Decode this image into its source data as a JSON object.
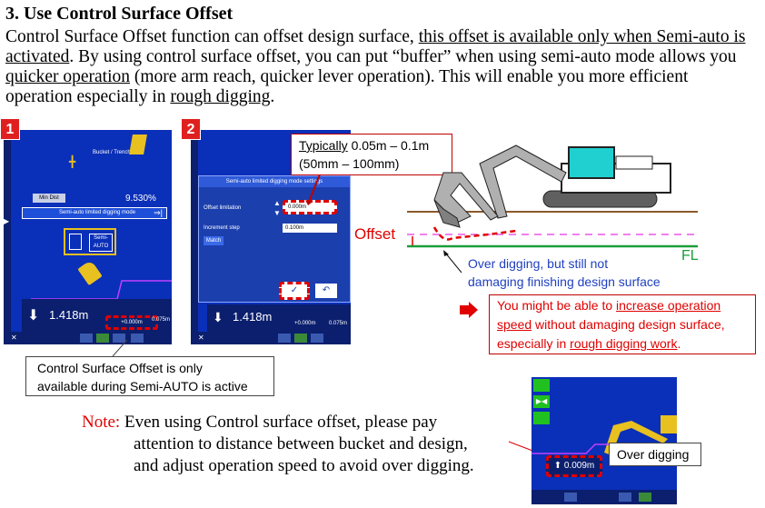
{
  "header": {
    "title": "3. Use Control Surface Offset"
  },
  "paragraph": {
    "p1": "Control Surface Offset function can offset design surface, ",
    "u1": "this offset is available only when Semi-auto is activated",
    "p2": ". By using control surface offset, you can put “buffer” when using semi-auto mode allows you ",
    "u2": "quicker operation",
    "p3": " (more arm reach, quicker lever operation). This will enable you more efficient operation especially in ",
    "u3": "rough digging",
    "p4": "."
  },
  "screen1": {
    "badge": "1",
    "button_min_dist": "Min Dist",
    "percent": "9.530%",
    "mode_label": "Semi-auto limited digging mode",
    "semi_auto_button": "Semi-AUTO",
    "distance": "1.418m",
    "offset_small": "+0.000m",
    "offset_right": "0.075m",
    "top_label": "Bucket / Trench vs"
  },
  "screen2": {
    "badge": "2",
    "dialog_title": "Semi-auto limited digging mode settings",
    "offset_limitation_label": "Offset limitation",
    "offset_limitation_value": "0.000m",
    "increment_step_label": "Increment step",
    "increment_step_value": "0.100m",
    "match_button": "Match",
    "distance": "1.418m",
    "offset_small": "+0.000m",
    "offset_right": "0.075m"
  },
  "callouts": {
    "typical_underline": "Typically",
    "typical_rest": " 0.05m – 0.1m",
    "typical_line2": "(50mm – 100mm)",
    "semi_auto_note_l1": "Control Surface Offset is only",
    "semi_auto_note_l2": "available during Semi-AUTO is active",
    "operation_l1a": "You might be able to ",
    "operation_l1u": "increase operation",
    "operation_l2u": "speed",
    "operation_l2b": " without damaging design surface,",
    "operation_l3a": "especially in ",
    "operation_l3u": "rough digging work",
    "operation_l3b": ".",
    "over_digging": "Over digging"
  },
  "diagram": {
    "offset_label": "Offset",
    "fl_label": "FL",
    "over_digging_l1": "Over digging, but still not",
    "over_digging_l2": "damaging finishing design surface"
  },
  "note": {
    "prefix": "Note:",
    "l1": " Even using Control surface offset, please pay",
    "l2": "attention to distance between bucket and design,",
    "l3": "and adjust operation speed to avoid over digging."
  },
  "screen3": {
    "value": "0.009m"
  },
  "colors": {
    "accent_red": "#e00000",
    "screen_blue": "#0a2fb8",
    "fl_green": "#1a9e3a",
    "offset_pink": "#f080f0",
    "text_blue": "#1f3fbf"
  }
}
